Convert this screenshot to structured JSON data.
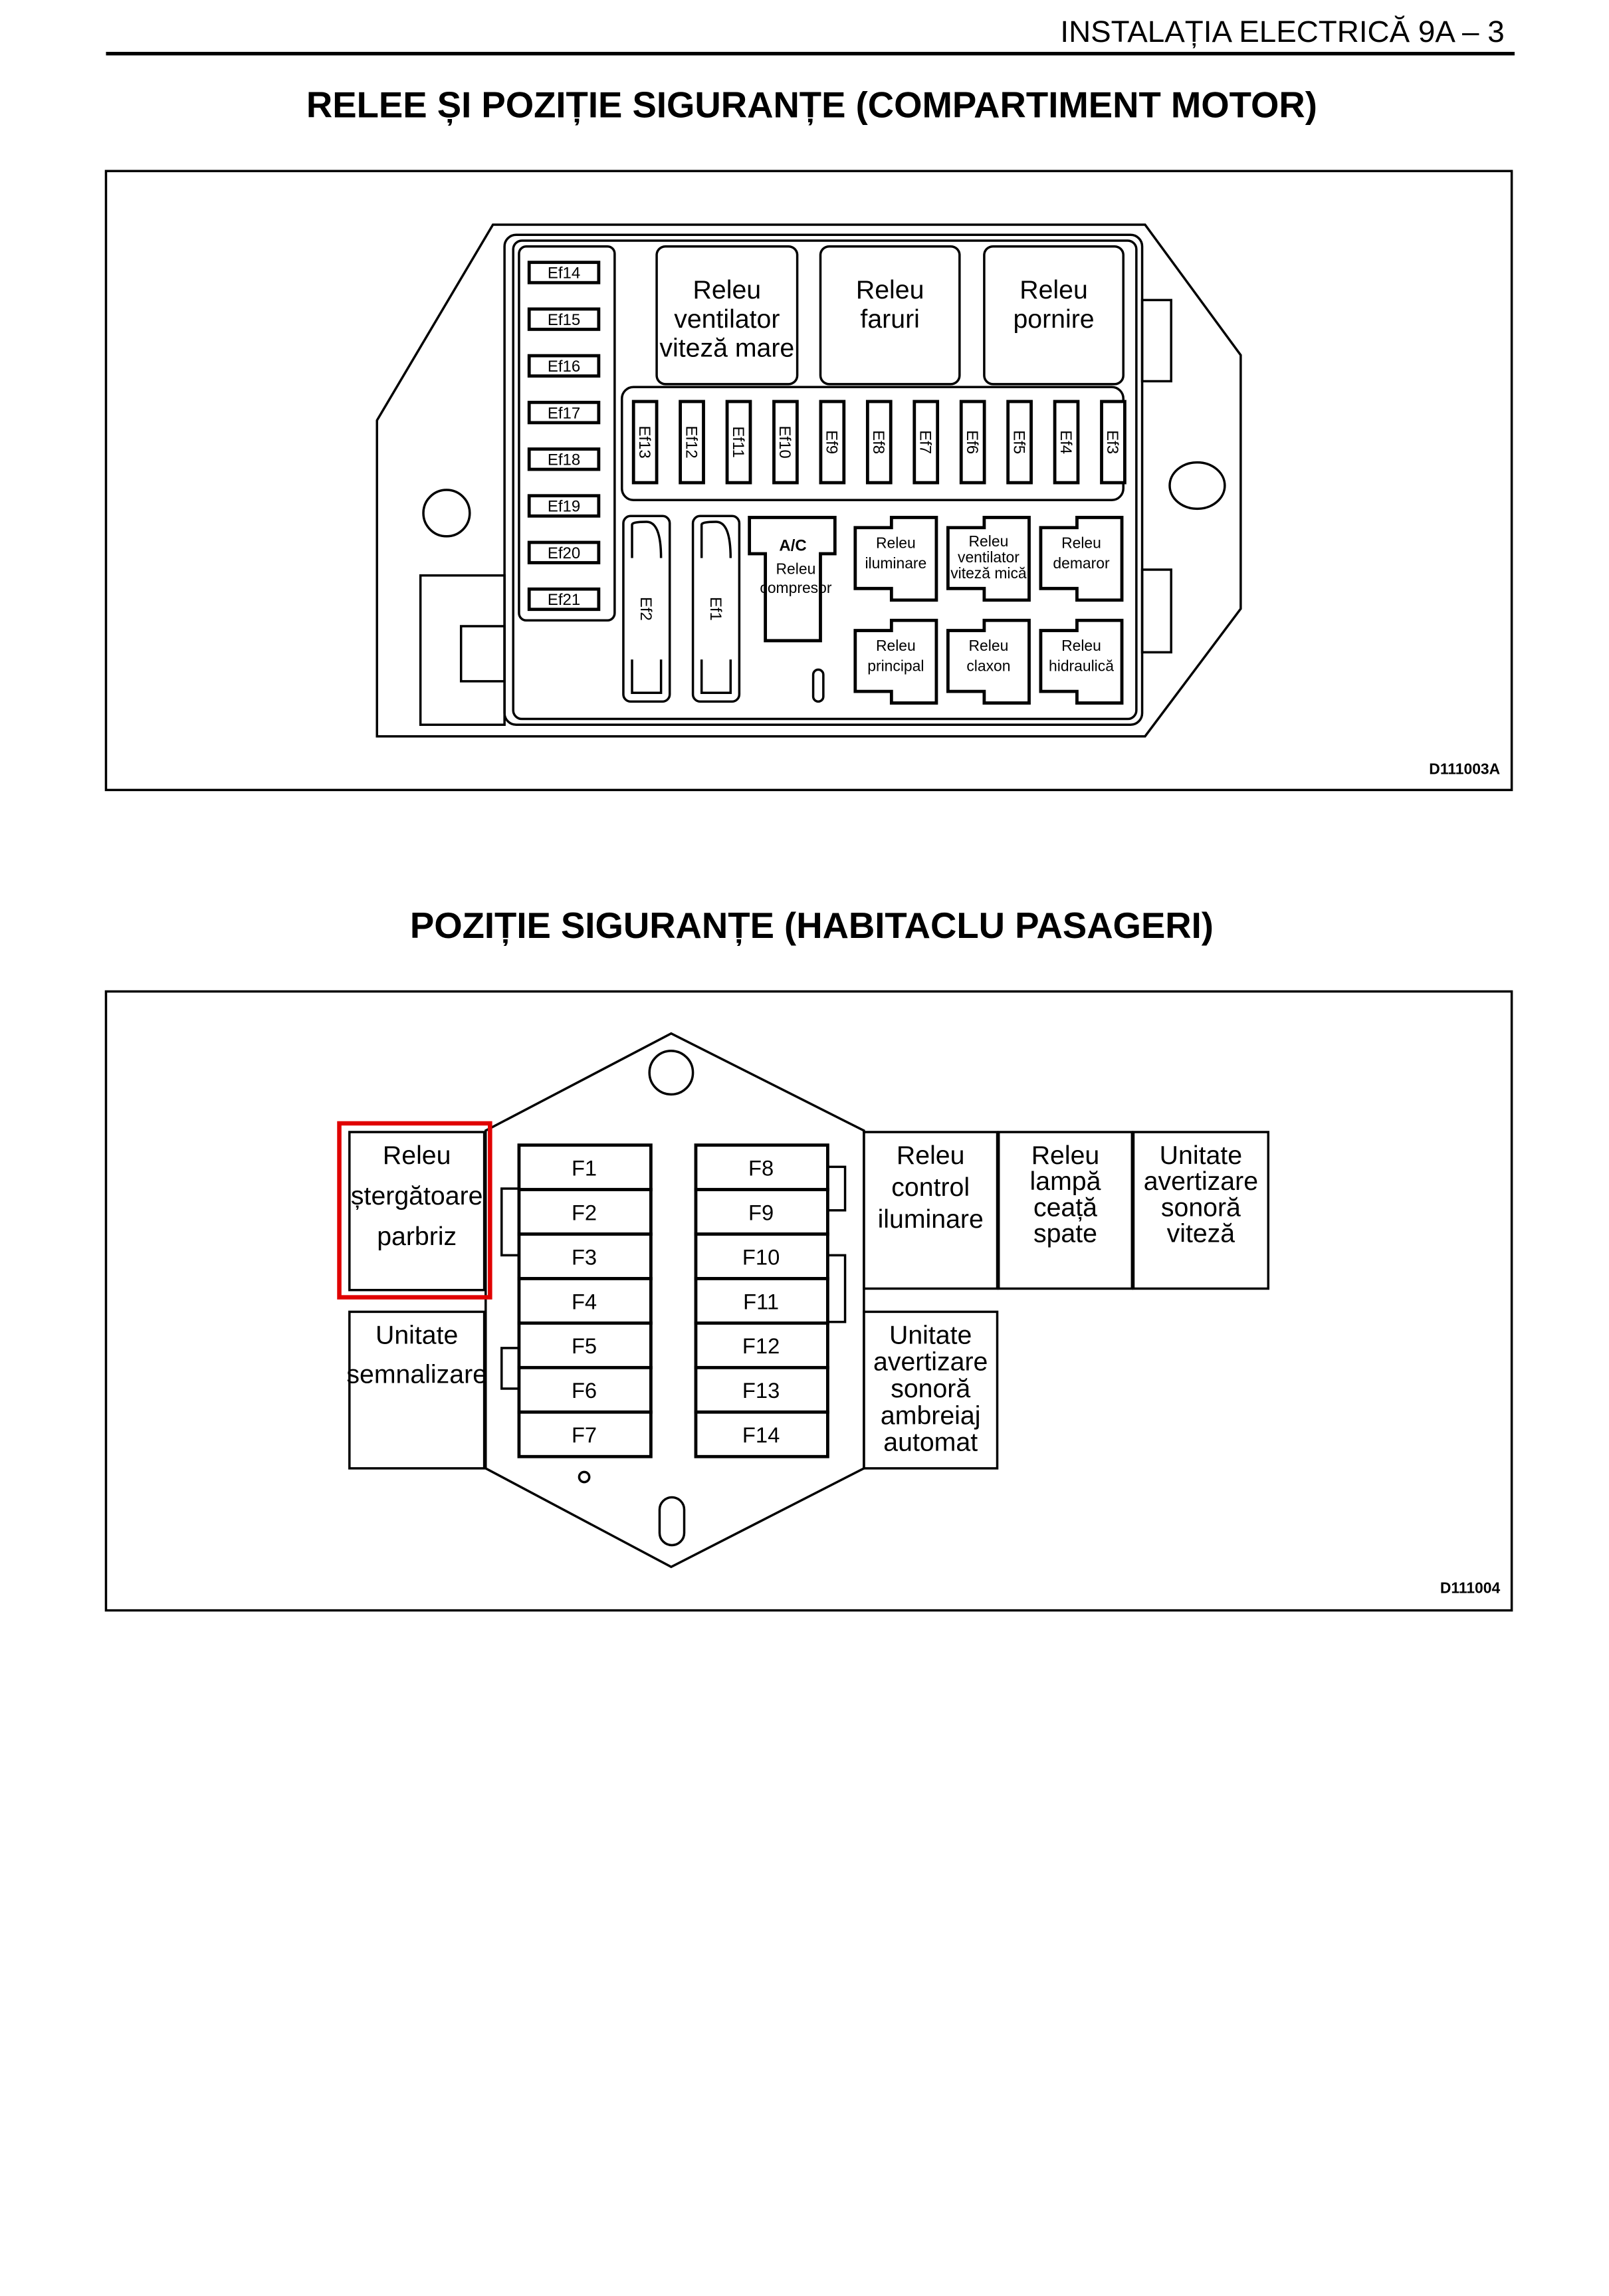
{
  "header": {
    "title": "INSTALAȚIA ELECTRICĂ 9A – 3"
  },
  "section1": {
    "title": "RELEE ȘI POZIȚIE SIGURANȚE (COMPARTIMENT MOTOR)",
    "left_fuses": [
      "Ef14",
      "Ef15",
      "Ef16",
      "Ef17",
      "Ef18",
      "Ef19",
      "Ef20",
      "Ef21"
    ],
    "big_relays": [
      [
        "Releu",
        "ventilator",
        "viteză mare"
      ],
      [
        "Releu",
        "faruri"
      ],
      [
        "Releu",
        "pornire"
      ]
    ],
    "strip_fuses": [
      "Ef13",
      "Ef12",
      "Ef11",
      "Ef10",
      "Ef9",
      "Ef8",
      "Ef7",
      "Ef6",
      "Ef5",
      "Ef4",
      "Ef3"
    ],
    "large_fuses": [
      "Ef2",
      "Ef1"
    ],
    "ac_relay": [
      "A/C",
      "Releu",
      "compresor"
    ],
    "small_relays": [
      [
        "Releu",
        "iluminare"
      ],
      [
        "Releu",
        "ventilator",
        "viteză mică"
      ],
      [
        "Releu",
        "demaror"
      ],
      [
        "Releu",
        "principal"
      ],
      [
        "Releu",
        "claxon"
      ],
      [
        "Releu",
        "hidraulică"
      ]
    ],
    "code": "D111003A"
  },
  "section2": {
    "title": "POZIȚIE SIGURANȚE (HABITACLU PASAGERI)",
    "highlighted_relay": [
      "Releu",
      "ștergătoare",
      "parbriz"
    ],
    "signal_unit": [
      "Unitate",
      "semnalizare"
    ],
    "fuses_left": [
      "F1",
      "F2",
      "F3",
      "F4",
      "F5",
      "F6",
      "F7"
    ],
    "fuses_right": [
      "F8",
      "F9",
      "F10",
      "F11",
      "F12",
      "F13",
      "F14"
    ],
    "right_boxes": [
      [
        "Releu",
        "control",
        "iluminare"
      ],
      [
        "Releu",
        "lampă",
        "ceață",
        "spate"
      ],
      [
        "Unitate",
        "avertizare",
        "sonoră",
        "viteză"
      ]
    ],
    "clutch_unit": [
      "Unitate",
      "avertizare",
      "sonoră",
      "ambreiaj",
      "automat"
    ],
    "code": "D111004",
    "highlight_color": "#e00000"
  }
}
